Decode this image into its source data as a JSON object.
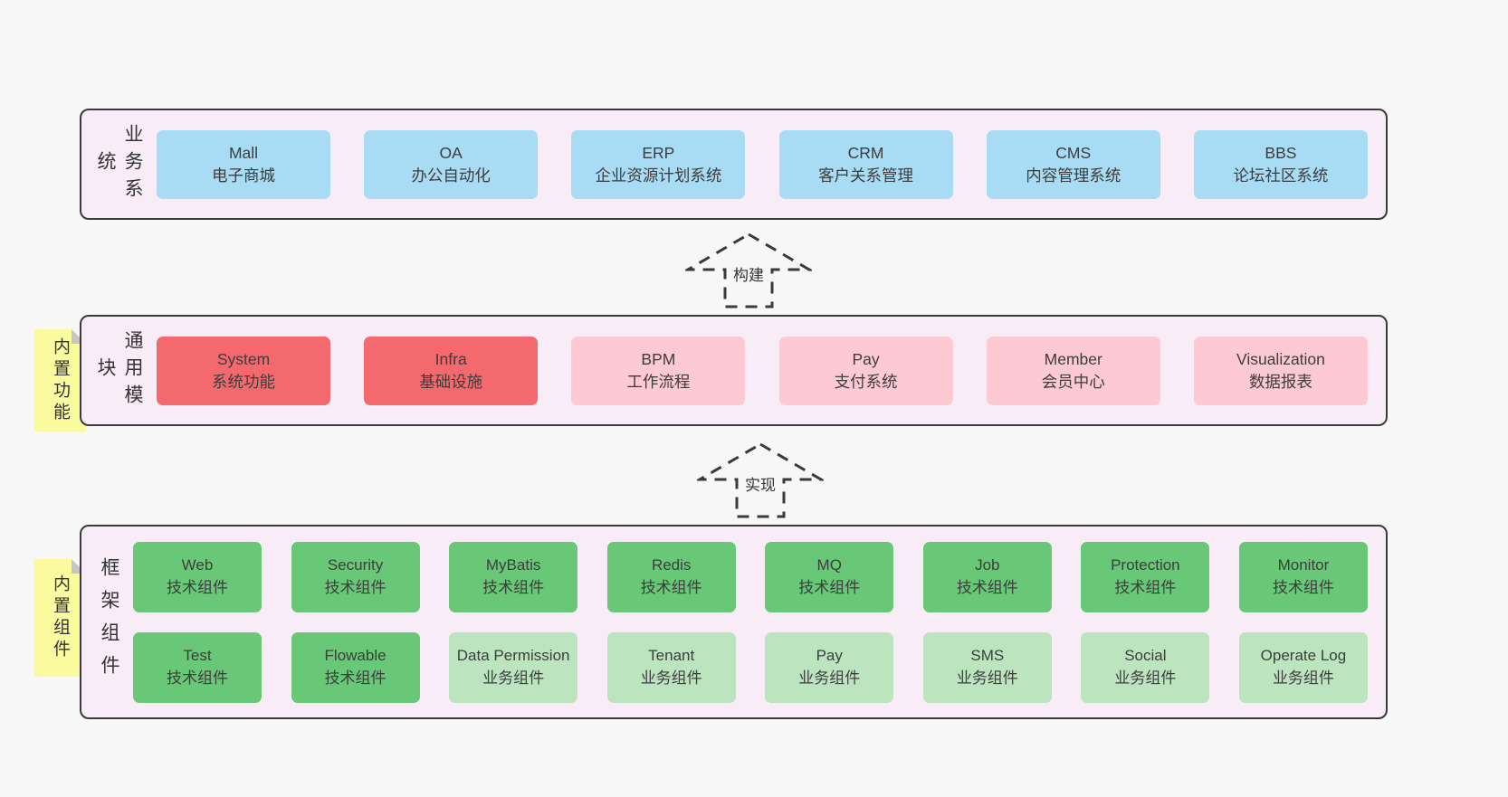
{
  "colors": {
    "page_bg": "#f7f7f7",
    "container_bg": "#f8edf6",
    "container_border": "#3a3a3a",
    "blue": "#a8dbf4",
    "red": "#f4696e",
    "pink": "#fdc9d2",
    "green": "#69c778",
    "lightgreen": "#bbe4bf",
    "sticky_yellow": "#fafb9e",
    "sticky_fold_gray": "#c6c6c6",
    "text": "#3d3d3d"
  },
  "arrows": [
    {
      "label": "构建"
    },
    {
      "label": "实现"
    }
  ],
  "layers": [
    {
      "label": "业务系统",
      "side_note": null,
      "rows": [
        [
          {
            "name": "Mall",
            "desc": "电子商城",
            "type": "blue"
          },
          {
            "name": "OA",
            "desc": "办公自动化",
            "type": "blue"
          },
          {
            "name": "ERP",
            "desc": "企业资源计划系统",
            "type": "blue"
          },
          {
            "name": "CRM",
            "desc": "客户关系管理",
            "type": "blue"
          },
          {
            "name": "CMS",
            "desc": "内容管理系统",
            "type": "blue"
          },
          {
            "name": "BBS",
            "desc": "论坛社区系统",
            "type": "blue"
          }
        ]
      ]
    },
    {
      "label": "通用模块",
      "side_note": "内置功能",
      "rows": [
        [
          {
            "name": "System",
            "desc": "系统功能",
            "type": "red"
          },
          {
            "name": "Infra",
            "desc": "基础设施",
            "type": "red"
          },
          {
            "name": "BPM",
            "desc": "工作流程",
            "type": "pink"
          },
          {
            "name": "Pay",
            "desc": "支付系统",
            "type": "pink"
          },
          {
            "name": "Member",
            "desc": "会员中心",
            "type": "pink"
          },
          {
            "name": "Visualization",
            "desc": "数据报表",
            "type": "pink"
          }
        ]
      ]
    },
    {
      "label": "框架组件",
      "side_note": "内置组件",
      "rows": [
        [
          {
            "name": "Web",
            "desc": "技术组件",
            "type": "green"
          },
          {
            "name": "Security",
            "desc": "技术组件",
            "type": "green"
          },
          {
            "name": "MyBatis",
            "desc": "技术组件",
            "type": "green"
          },
          {
            "name": "Redis",
            "desc": "技术组件",
            "type": "green"
          },
          {
            "name": "MQ",
            "desc": "技术组件",
            "type": "green"
          },
          {
            "name": "Job",
            "desc": "技术组件",
            "type": "green"
          },
          {
            "name": "Protection",
            "desc": "技术组件",
            "type": "green"
          },
          {
            "name": "Monitor",
            "desc": "技术组件",
            "type": "green"
          }
        ],
        [
          {
            "name": "Test",
            "desc": "技术组件",
            "type": "green"
          },
          {
            "name": "Flowable",
            "desc": "技术组件",
            "type": "green"
          },
          {
            "name": "Data Permission",
            "desc": "业务组件",
            "type": "lightgreen"
          },
          {
            "name": "Tenant",
            "desc": "业务组件",
            "type": "lightgreen"
          },
          {
            "name": "Pay",
            "desc": "业务组件",
            "type": "lightgreen"
          },
          {
            "name": "SMS",
            "desc": "业务组件",
            "type": "lightgreen"
          },
          {
            "name": "Social",
            "desc": "业务组件",
            "type": "lightgreen"
          },
          {
            "name": "Operate Log",
            "desc": "业务组件",
            "type": "lightgreen"
          }
        ]
      ]
    }
  ]
}
